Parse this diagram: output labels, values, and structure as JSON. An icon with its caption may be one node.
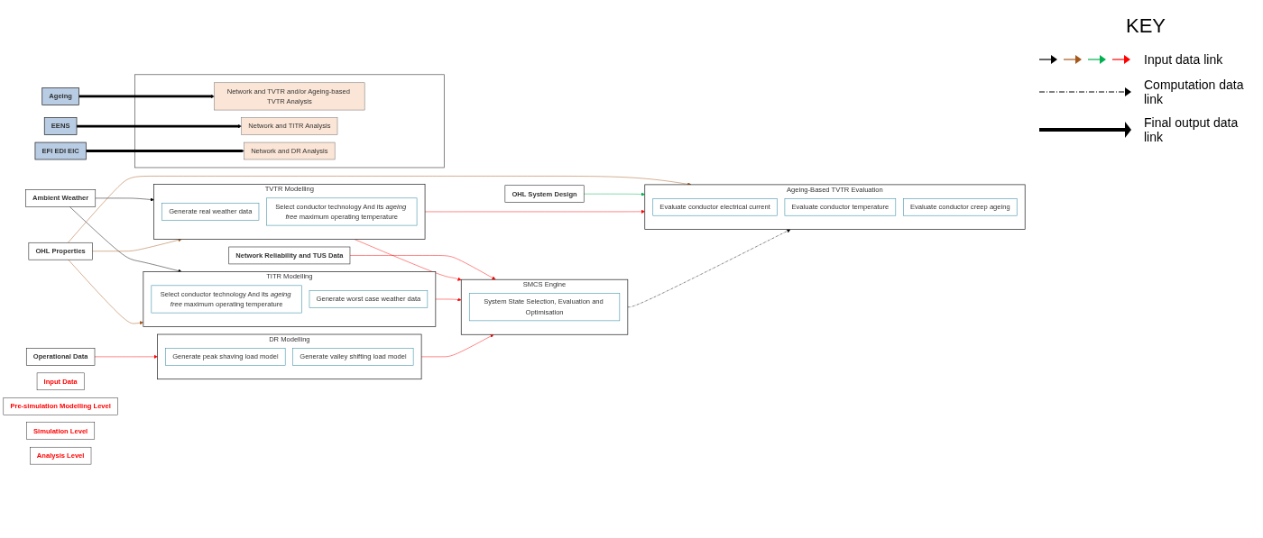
{
  "diagram": {
    "nodes": [
      {
        "text": [
          "Ambient Weather"
        ]
      },
      {
        "text": [
          "OHL Properties"
        ]
      },
      {
        "text": [
          "OHL System Design"
        ]
      },
      {
        "text": [
          "Network Reliability and TUS Data"
        ]
      },
      {
        "text": [
          "Operational Data"
        ]
      },
      {
        "text": [
          "TVTR Modelling"
        ]
      },
      {
        "text": [
          "Generate real weather data"
        ],
        "in": 5
      },
      {
        "text": [
          "Select conductor technology And its *ageing free* maximum operating temperature"
        ],
        "in": 5
      },
      {
        "text": [
          "TITR Modelling"
        ]
      },
      {
        "text": [
          "Select conductor technology And its *ageing free* maximum operating temperature"
        ],
        "in": 8
      },
      {
        "text": [
          "Generate worst case weather data"
        ],
        "in": 8
      },
      {
        "text": [
          "DR Modelling"
        ]
      },
      {
        "text": [
          "Generate peak shaving load model"
        ],
        "in": 11
      },
      {
        "text": [
          "Generate valley shifting load model"
        ],
        "in": 11
      },
      {
        "text": [
          "Ageing-Based TVTR Evaluation"
        ]
      },
      {
        "text": [
          "Evaluate conductor electrical current"
        ],
        "in": 14
      },
      {
        "text": [
          "Evaluate conductor temperature"
        ],
        "in": 14
      },
      {
        "text": [
          "Evaluate conductor creep ageing"
        ],
        "in": 14
      },
      {
        "text": [
          "Ageing"
        ]
      },
      {
        "text": [
          "SMCS Engine"
        ]
      },
      {
        "text": [
          "System State Selection, Evaluation and Optimisation"
        ],
        "in": 19
      },
      {
        "text": [
          "EENS"
        ]
      },
      {
        "text": [
          "EFI EDI EIC"
        ]
      },
      {
        "text": [],
        "shape": "box"
      },
      {
        "text": [
          "Network and TVTR and/or Ageing-based TVTR Analysis"
        ],
        "in": 23
      },
      {
        "text": [
          "Network and TITR Analysis"
        ],
        "in": 23
      },
      {
        "text": [
          "Network and DR Analysis"
        ],
        "in": 23
      },
      {
        "text": [
          "Input Data"
        ]
      },
      {
        "text": [
          "Pre-simulation Modelling Level"
        ]
      },
      {
        "text": [
          "Simulation Level"
        ]
      },
      {
        "text": [
          "Analysis Level"
        ]
      }
    ],
    "edges": [
      {
        "from": 0,
        "to": 5,
        "arrow": "to"
      },
      {
        "from": 0,
        "to": 8,
        "arrow": "to"
      },
      {
        "from": 1,
        "to": 5,
        "arrow": "to",
        "color": "#a5581c"
      },
      {
        "from": 1,
        "to": 14,
        "arrow": "to",
        "color": "#a5581c"
      },
      {
        "from": 1,
        "to": 8,
        "arrow": "to",
        "color": "#a5581c"
      },
      {
        "from": 2,
        "to": 14,
        "arrow": "to",
        "color": "#00b050"
      },
      {
        "from": 3,
        "to": 19,
        "arrow": "to",
        "color": "#ff0000"
      },
      {
        "from": 4,
        "to": 11,
        "arrow": "to",
        "color": "#ff0000"
      },
      {
        "from": 5,
        "to": 14,
        "arrow": "to",
        "color": "#ff0000"
      },
      {
        "from": 5,
        "to": 19,
        "arrow": "to",
        "color": "#ff0000"
      },
      {
        "from": 8,
        "to": 19,
        "arrow": "to",
        "color": "#ff0000"
      },
      {
        "from": 11,
        "to": 19,
        "arrow": "to",
        "color": "#ff0000"
      },
      {
        "from": 19,
        "to": 14,
        "arrow": "to",
        "style": "dashed"
      },
      {
        "from": 18,
        "to": 24,
        "arrow": "to",
        "style": "thick"
      },
      {
        "from": 21,
        "to": 25,
        "arrow": "to",
        "style": "thick"
      },
      {
        "from": 22,
        "to": 26,
        "arrow": "to",
        "style": "thick"
      }
    ],
    "labels": [
      "KEY"
    ],
    "legend": [
      {
        "text": "Input data link"
      },
      {
        "text": "Computation data link"
      },
      {
        "text": "Final output data link"
      }
    ]
  }
}
